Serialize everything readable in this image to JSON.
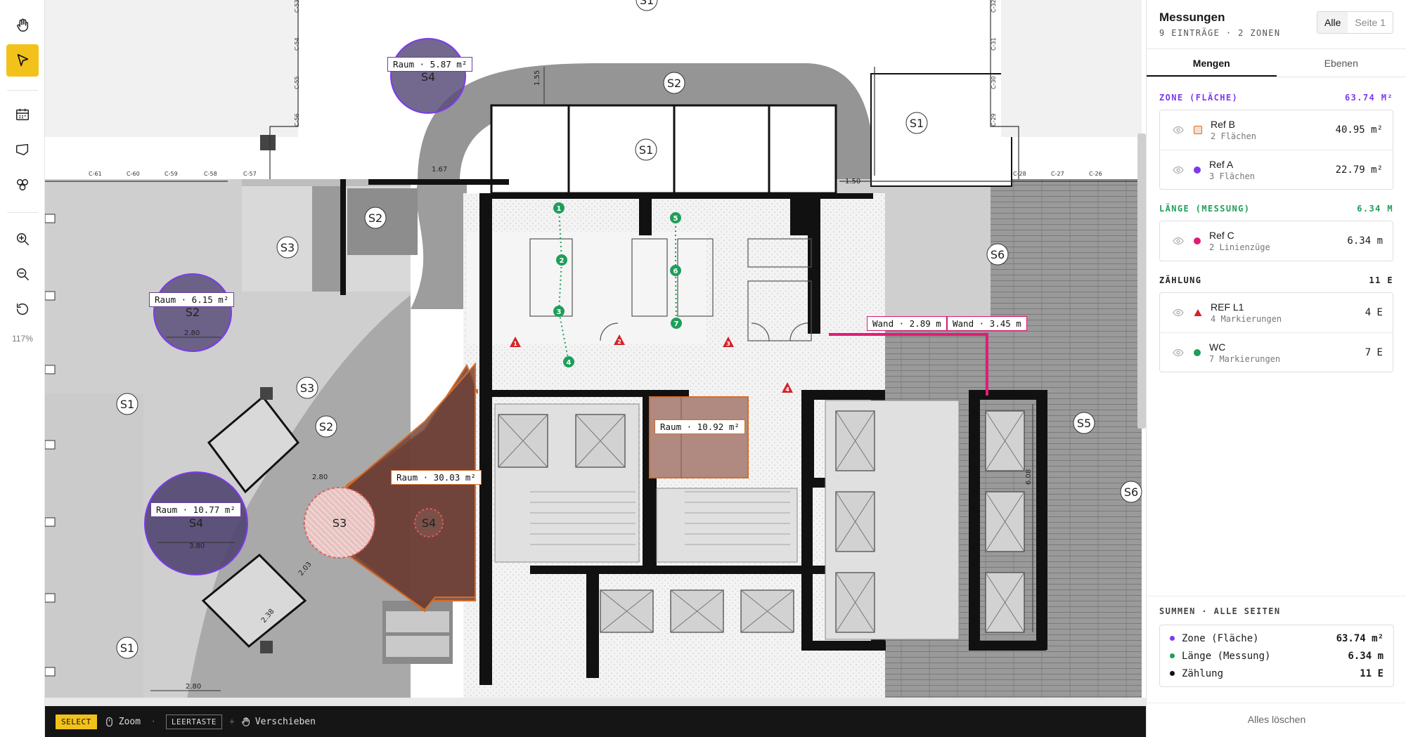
{
  "toolbar": {
    "tools": [
      {
        "name": "hand-tool",
        "icon": "hand-icon"
      },
      {
        "name": "select-tool",
        "icon": "cursor-icon",
        "active": true
      },
      {
        "name": "calendar-tool",
        "icon": "calendar-icon"
      },
      {
        "name": "area-tool",
        "icon": "polygon-icon"
      },
      {
        "name": "count-tool",
        "icon": "circles-icon"
      },
      {
        "name": "zoom-in-tool",
        "icon": "zoom-in-icon"
      },
      {
        "name": "zoom-out-tool",
        "icon": "zoom-out-icon"
      },
      {
        "name": "reset-tool",
        "icon": "rotate-icon"
      }
    ],
    "zoom": "117%"
  },
  "canvas": {
    "labels": {
      "raum1": "Raum · 5.87 m²",
      "raum2": "Raum · 6.15 m²",
      "raum3": "Raum · 10.77 m²",
      "raum4": "Raum · 30.03 m²",
      "raum5": "Raum · 10.92 m²",
      "wand1": "Wand · 2.89 m",
      "wand2": "Wand · 3.45 m"
    },
    "zones": [
      "S1",
      "S2",
      "S3",
      "S4",
      "S5",
      "S6"
    ],
    "dims": {
      "d1": "1.55",
      "d2": "1.67",
      "d3": "1.50",
      "d4": "2.80",
      "d5": "3.80",
      "d6": "2.03",
      "d7": "2.38",
      "d8": "2.80",
      "d9": "6.08",
      "d10": "2.80"
    },
    "columns_top": [
      "C-61",
      "C-60",
      "C-59",
      "C-58",
      "C-57"
    ],
    "columns_right": [
      "C-28",
      "C-27",
      "C-26"
    ],
    "columns_vert_left": [
      "C-53",
      "C-54",
      "C-55",
      "C-56"
    ],
    "columns_vert_right": [
      "C-32",
      "C-31",
      "C-30",
      "C-29"
    ],
    "count_wc": [
      "1",
      "2",
      "3",
      "4",
      "5",
      "6",
      "7"
    ],
    "count_ref": [
      "1",
      "2",
      "3",
      "4"
    ]
  },
  "statusbar": {
    "select_key": "SELECT",
    "zoom_label": "Zoom",
    "space_key": "LEERTASTE",
    "plus": "+",
    "pan_label": "Verschieben"
  },
  "panel": {
    "title": "Messungen",
    "subtitle": "9 EINTRÄGE · 2 ZONEN",
    "seg_all": "Alle",
    "seg_page": "Seite 1",
    "tab_quantities": "Mengen",
    "tab_layers": "Ebenen",
    "zone": {
      "label": "ZONE (FLÄCHE)",
      "total": "63.74 M²",
      "color": "#7c3aed",
      "items": [
        {
          "name": "Ref B",
          "desc": "2 Flächen",
          "value": "40.95 m²",
          "swatch": "square-orange"
        },
        {
          "name": "Ref A",
          "desc": "3 Flächen",
          "value": "22.79 m²",
          "swatch": "dot-purple"
        }
      ]
    },
    "length": {
      "label": "LÄNGE (MESSUNG)",
      "total": "6.34 M",
      "color": "#1e9e5a",
      "items": [
        {
          "name": "Ref C",
          "desc": "2 Linienzüge",
          "value": "6.34 m",
          "swatch": "dot-pink"
        }
      ]
    },
    "count": {
      "label": "ZÄHLUNG",
      "total": "11 E",
      "items": [
        {
          "name": "REF L1",
          "desc": "4 Markierungen",
          "value": "4 E",
          "swatch": "triangle-red"
        },
        {
          "name": "WC",
          "desc": "7 Markierungen",
          "value": "7 E",
          "swatch": "dot-green"
        }
      ]
    },
    "totals": {
      "label": "SUMMEN · ALLE SEITEN",
      "rows": [
        {
          "name": "Zone (Fläche)",
          "value": "63.74 m²",
          "color": "#7c3aed"
        },
        {
          "name": "Länge (Messung)",
          "value": "6.34 m",
          "color": "#1e9e5a"
        },
        {
          "name": "Zählung",
          "value": "11 E",
          "color": "#111111"
        }
      ]
    },
    "clear_all": "Alles löschen"
  }
}
